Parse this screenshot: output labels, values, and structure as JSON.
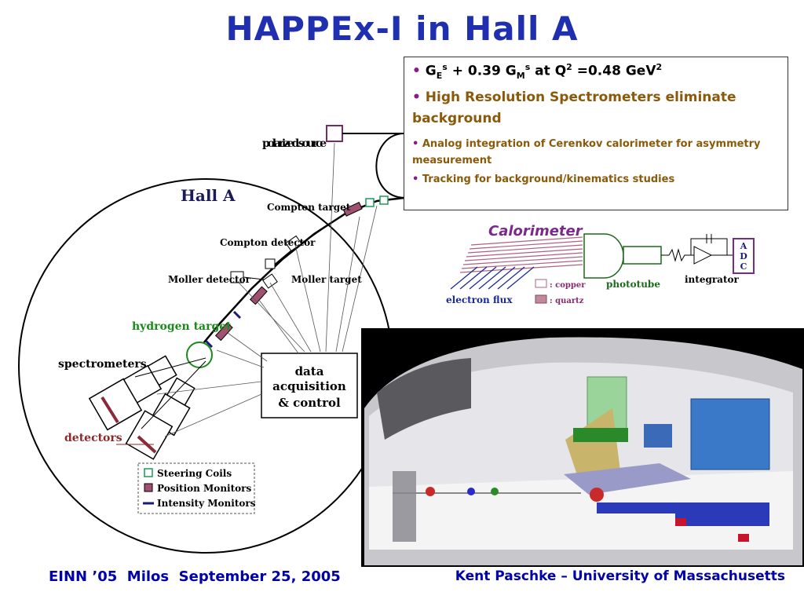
{
  "title": "HAPPEx-I in Hall A",
  "bullets": {
    "b1_ge": "G",
    "b1_ge_sub": "E",
    "b1_ge_sup": "s",
    "b1_mid": " + 0.39 G",
    "b1_gm_sub": "M",
    "b1_gm_sup": "s",
    "b1_at": " at Q",
    "b1_q_sup": "2",
    "b1_val": " =0.48 GeV",
    "b1_gev_sup": "2",
    "b2": "High Resolution Spectrometers eliminate background",
    "b3": "Analog integration of Cerenkov calorimeter for asymmetry measurement",
    "b4": "Tracking for background/kinematics studies"
  },
  "diagram": {
    "polarized_source": "polarized source",
    "hall_a": "Hall A",
    "compton_target": "Compton target",
    "compton_detector": "Compton detector",
    "moller_detector": "Moller detector",
    "moller_target": "Moller target",
    "hydrogen_target": "hydrogen target",
    "spectrometers": "spectrometers",
    "detectors": "detectors",
    "daq_1": "data",
    "daq_2": "acquisition",
    "daq_3": "& control",
    "legend": [
      "Steering Coils",
      "Position Monitors",
      "Intensity Monitors"
    ]
  },
  "calorimeter": {
    "title": "Calorimeter",
    "electron_flux": "electron flux",
    "phototube": "phototube",
    "integrator": "integrator",
    "adc": [
      "A",
      "D",
      "C"
    ],
    "copper": ": copper",
    "quartz": ": quartz"
  },
  "footer": {
    "left": "EINN ’05  Milos  September 25, 2005",
    "right": "Kent Paschke – University of Massachusetts"
  },
  "colors": {
    "title": "#1f2fb0",
    "footer": "#0000aa",
    "bullet_text": "#8a5a0a",
    "hydrogen": "#1a8a1a",
    "detectors": "#8a2a2a",
    "calorimeter_title": "#7a2a8a"
  }
}
